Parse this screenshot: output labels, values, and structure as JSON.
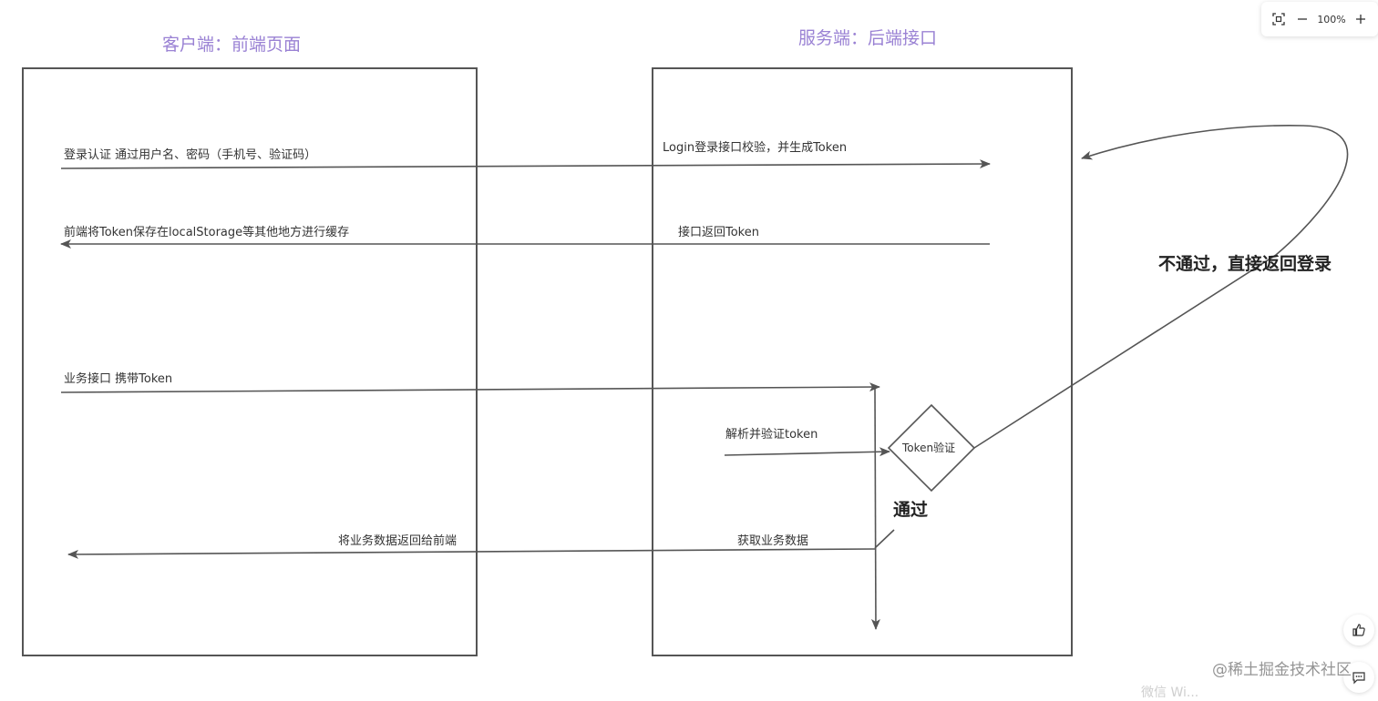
{
  "headings": {
    "client": "客户端：前端页面",
    "server": "服务端：后端接口"
  },
  "labels": {
    "login_auth": "登录认证     通过用户名、密码（手机号、验证码）",
    "login_check": "Login登录接口校验，并生成Token",
    "frontend_cache": "前端将Token保存在localStorage等其他地方进行缓存",
    "return_token": "接口返回Token",
    "business_api": "业务接口     携带Token",
    "parse_verify": "解析并验证token",
    "return_data": "将业务数据返回给前端",
    "get_data": "获取业务数据",
    "token_verify": "Token验证",
    "pass": "通过",
    "fail": "不通过，直接返回登录"
  },
  "zoom": {
    "level": "100%"
  },
  "watermark": {
    "text": "@稀土掘金技术社区",
    "partial": "微信 Wi..."
  },
  "colors": {
    "heading": "#9a82d4",
    "line": "#555555"
  }
}
